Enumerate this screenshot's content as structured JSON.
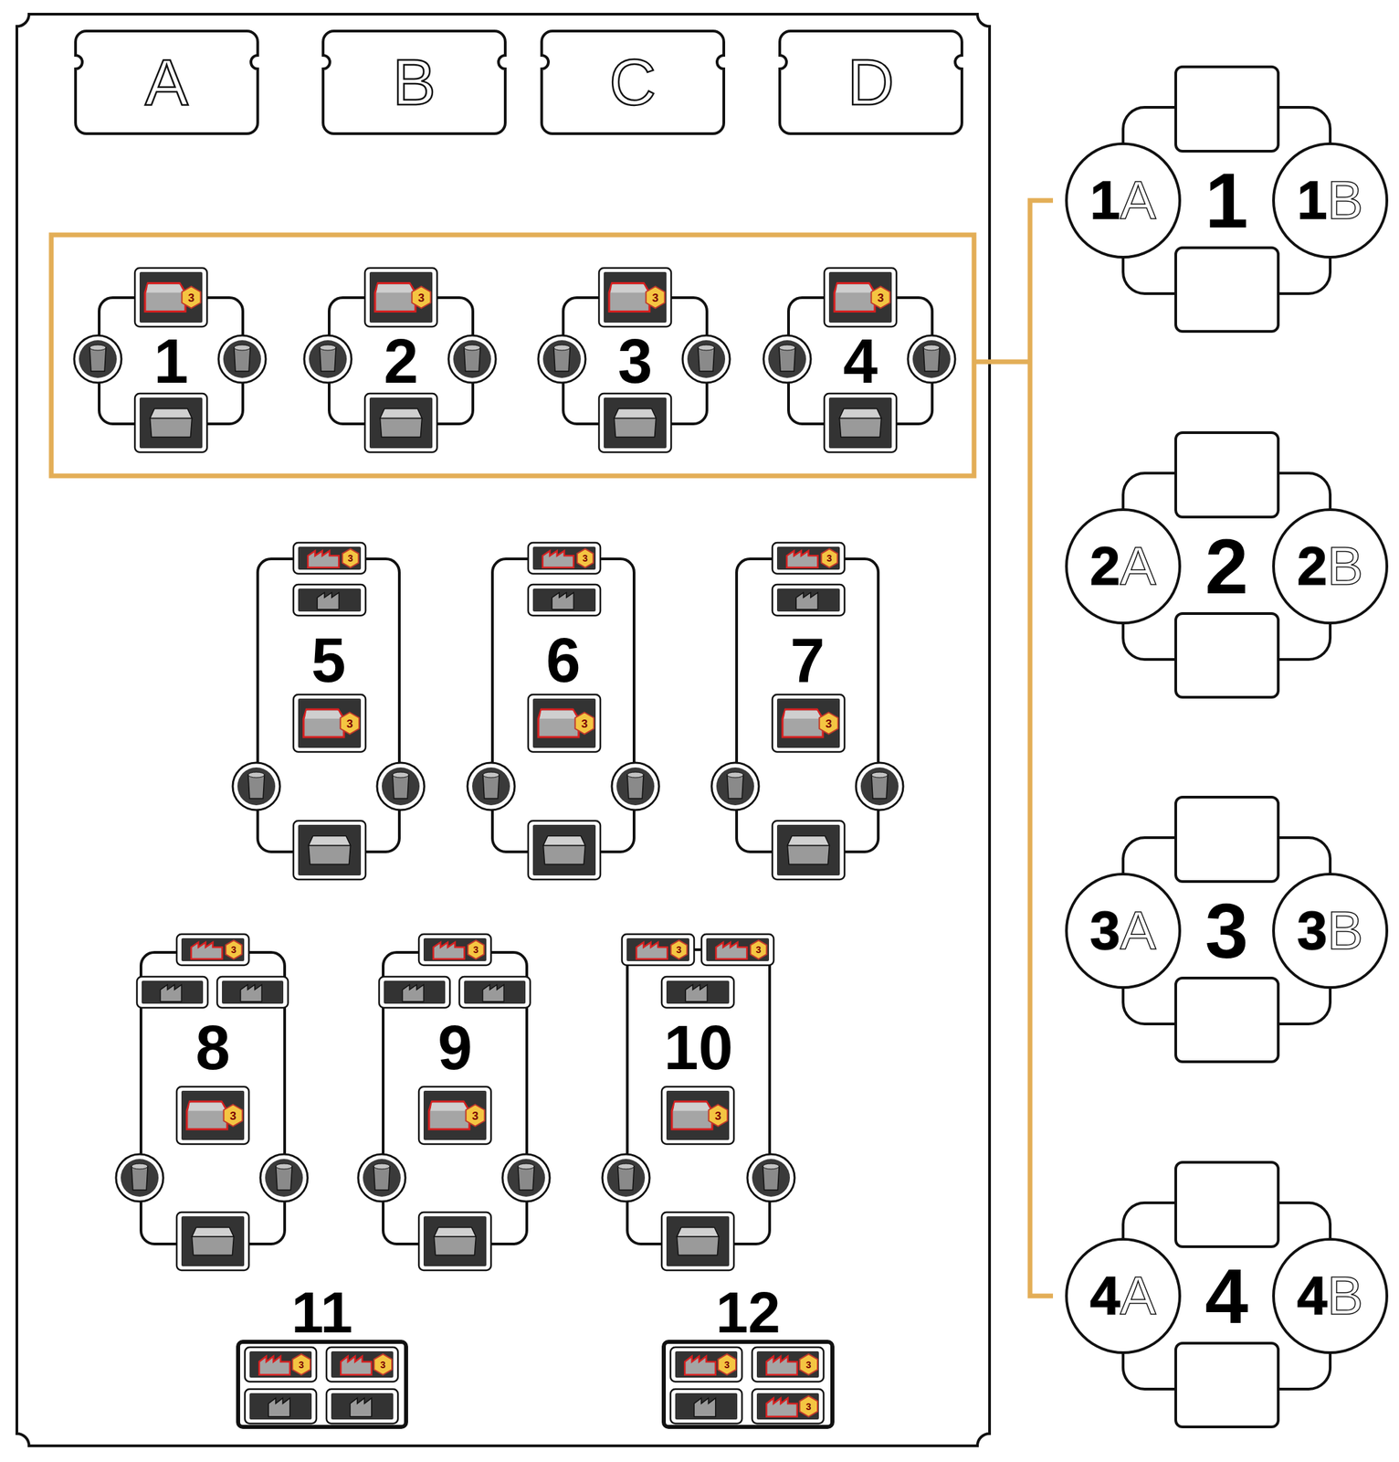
{
  "diagram": {
    "nodes": [
      {
        "text": [
          "A"
        ]
      },
      {
        "text": [
          "B"
        ]
      },
      {
        "text": [
          "C"
        ]
      },
      {
        "text": [
          "D"
        ]
      },
      {
        "text": [
          "1"
        ]
      },
      {
        "text": [
          "2"
        ]
      },
      {
        "text": [
          "3"
        ]
      },
      {
        "text": [
          "4"
        ]
      },
      {
        "text": [
          "5"
        ]
      },
      {
        "text": [
          "6"
        ]
      },
      {
        "text": [
          "7"
        ]
      },
      {
        "text": [
          "8"
        ]
      },
      {
        "text": [
          "9"
        ]
      },
      {
        "text": [
          "10"
        ]
      },
      {
        "text": [
          "11"
        ]
      },
      {
        "text": [
          "12"
        ]
      },
      {
        "text": [
          "1"
        ]
      },
      {
        "text": [
          "1A"
        ],
        "in": 16
      },
      {
        "text": [
          "1B"
        ],
        "in": 16
      },
      {
        "text": [
          "2"
        ]
      },
      {
        "text": [
          "2A"
        ],
        "in": 19
      },
      {
        "text": [
          "2B"
        ],
        "in": 19
      },
      {
        "text": [
          "3"
        ]
      },
      {
        "text": [
          "3A"
        ],
        "in": 22
      },
      {
        "text": [
          "3B"
        ],
        "in": 22
      },
      {
        "text": [
          "4"
        ]
      },
      {
        "text": [
          "4A"
        ],
        "in": 25
      },
      {
        "text": [
          "4B"
        ],
        "in": 25
      }
    ],
    "labels": [
      "3",
      "3",
      "3",
      "3",
      "3",
      "3",
      "3",
      "3",
      "3",
      "3",
      "3",
      "3",
      "3",
      "3",
      "3",
      "3",
      "3",
      "3",
      "3",
      "3",
      "3",
      "3"
    ]
  }
}
